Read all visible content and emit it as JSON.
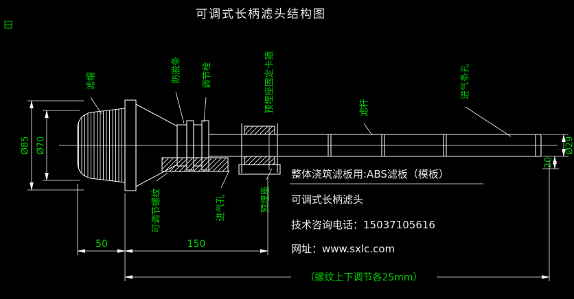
{
  "title": "可调式长柄滤头结构图",
  "colors": {
    "background": "#000000",
    "line": "#f0f0f0",
    "annotation": "#00cc00",
    "info": "#e8e8e8"
  },
  "part_labels": {
    "filter_cap": "滤帽",
    "anti_slip_strip": "防脱条",
    "adjusting_bolt": "调节栓",
    "embedded_seat_clamp": "预埋座固定卡箍",
    "filter_rod": "滤杆",
    "air_slot": "进气条孔",
    "adjustable_thread": "可调节螺纹",
    "air_hole": "进气孔",
    "embedded_seat": "预埋座"
  },
  "dimensions": {
    "dia85": "Ø85",
    "dia70": "Ø70",
    "dia29": "Ø29",
    "dim20": "20",
    "dim50": "50",
    "dim150": "150",
    "thread_note": "（螺纹上下调节各25mm）"
  },
  "info": {
    "board_note": "整体浇筑滤板用:ABS滤板（模板）",
    "product_name": "可调式长柄滤头",
    "phone": "技术咨询电话：15037105616",
    "website": "网址：www.sxlc.com"
  }
}
